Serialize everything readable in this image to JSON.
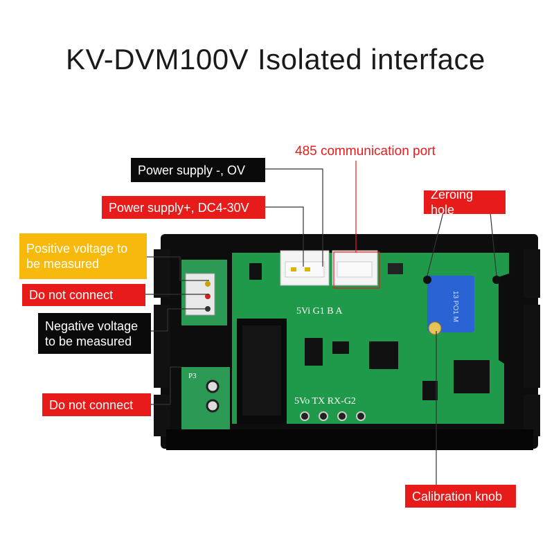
{
  "title": {
    "model": "KV-DVM100V",
    "subtitle": "Isolated interface"
  },
  "labels": {
    "power_minus": "Power supply -, OV",
    "power_plus": "Power supply+, DC4-30V",
    "comm_port": "485 communication port",
    "zeroing_hole": "Zeroing hole",
    "positive_voltage_line1": "Positive voltage to",
    "positive_voltage_line2": "be measured",
    "do_not_connect_1": "Do not connect",
    "negative_voltage_line1": "Negative voltage",
    "negative_voltage_line2": "to be measured",
    "do_not_connect_2": "Do not connect",
    "calibration_knob": "Calibration knob"
  },
  "board_silkscreen": {
    "top_pins": "5Vi G1  B  A",
    "bottom_pins": "5Vo TX RX-G2",
    "p3": "P3",
    "pot_text": "13\nPO1 M"
  },
  "colors": {
    "red_label": "#e81b1b",
    "black_label": "#0a0a0a",
    "yellow_label": "#f7b90b",
    "pcb_green": "#1f9a4a"
  }
}
